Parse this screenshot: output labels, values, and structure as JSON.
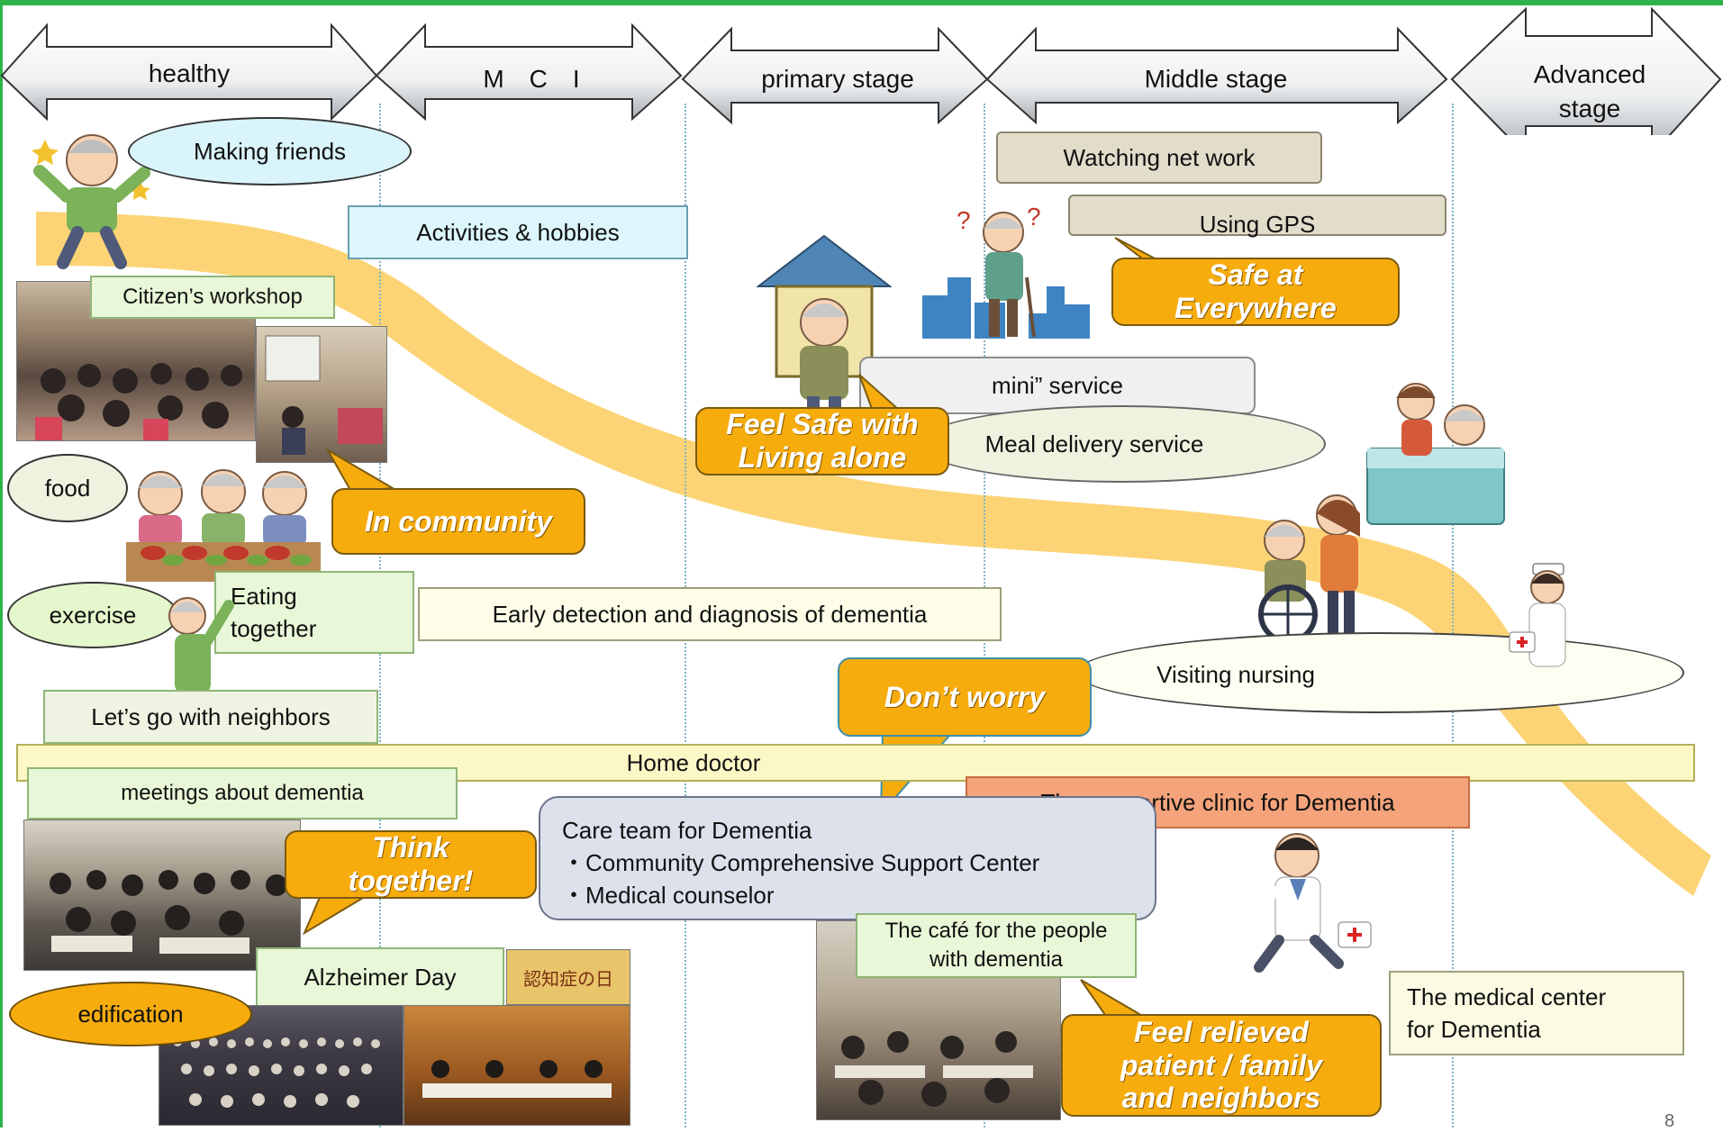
{
  "stages": {
    "healthy": "healthy",
    "mci": "M　C　I",
    "primary": "primary stage",
    "middle": "Middle stage",
    "advanced_1": "Advanced",
    "advanced_2": "stage"
  },
  "left_items": {
    "making_friends": "Making friends",
    "activities": "Activities & hobbies",
    "citizens_workshop": "Citizen’s workshop",
    "food": "food",
    "eating_1": "Eating",
    "eating_2": "together",
    "exercise": "exercise",
    "neighbors": "Let’s go with neighbors",
    "meetings": "meetings about dementia",
    "alzheimer_day": "Alzheimer Day",
    "edification": "edification",
    "photo_sign": "認知症の日"
  },
  "middle_items": {
    "watching": "Watching net work",
    "gps": "Using GPS",
    "mini_service": "mini” service",
    "meal_delivery": "Meal delivery service",
    "visiting_nursing": "Visiting nursing",
    "early_detection": "Early detection and diagnosis of  dementia",
    "home_doctor": "Home doctor",
    "supportive_clinic": "The supportive clinic for  Dementia",
    "care_team_title": "Care team  for Dementia",
    "care_team_item1": "・Community Comprehensive Support Center",
    "care_team_item2": "・Medical counselor",
    "cafe_1": "The café for the people",
    "cafe_2": "with dementia",
    "medical_center_1": "The medical center",
    "medical_center_2": "for Dementia"
  },
  "callouts": {
    "safe_1": "Safe at",
    "safe_2": "Everywhere",
    "alone_1": "Feel Safe with",
    "alone_2": "Living alone",
    "community": "In community",
    "dont_worry": "Don’t worry",
    "think_1": "Think",
    "think_2": "together!",
    "relieved_1": "Feel relieved",
    "relieved_2": "patient / family",
    "relieved_3": "and  neighbors"
  },
  "page_number": "8",
  "colors": {
    "frame_green": "#2db34a",
    "band": "#fcd476",
    "callout": "#f7ac0e"
  },
  "icons": [
    "elderly-man-icon",
    "house-icon",
    "city-icon",
    "bath-icon",
    "wheelchair-icon",
    "nurse-icon",
    "doctor-icon",
    "meal-icon"
  ]
}
